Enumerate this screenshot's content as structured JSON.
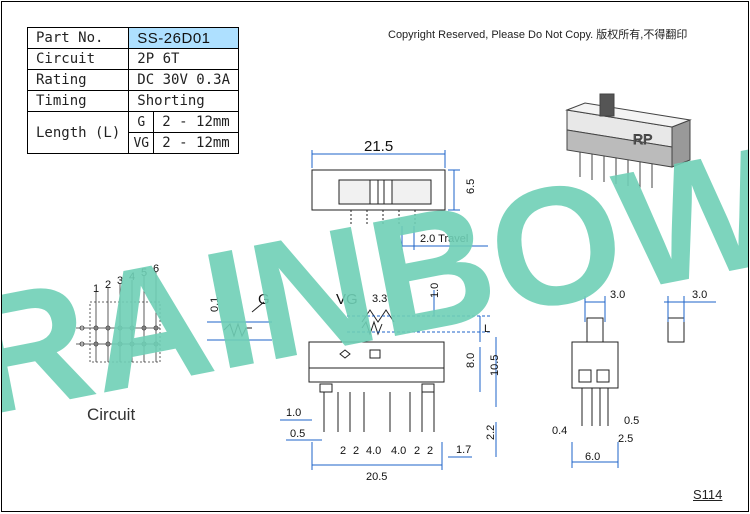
{
  "spec_table": {
    "part_label": "Part No.",
    "part_value": "SS-26D01",
    "circuit_label": "Circuit",
    "circuit_value": "2P 6T",
    "rating_label": "Rating",
    "rating_value": "DC 30V 0.3A",
    "timing_label": "Timing",
    "timing_value": "Shorting",
    "length_label": "Length (L)",
    "length_g_label": "G",
    "length_g_value": "2 - 12mm",
    "length_vg_label": "VG",
    "length_vg_value": "2 - 12mm"
  },
  "copyright": "Copyright Reserved, Please Do Not Copy. 版权所有,不得翻印",
  "watermark": "RAINBOW",
  "circuit_caption": "Circuit",
  "page_code": "S114",
  "drawing": {
    "product_marking": "RP",
    "circuit_pins": [
      "1",
      "2",
      "3",
      "4",
      "5",
      "6"
    ],
    "top_view": {
      "width": "21.5",
      "height": "6.5",
      "travel": "2.0 Travel"
    },
    "knob_types": {
      "g": "G",
      "vg": "VG"
    },
    "knob_dims": {
      "g_offset": "0.1",
      "vg_height": "3.3",
      "vg_offset": "1.0",
      "length": "L"
    },
    "front_view": {
      "body_height": "8.0",
      "total_height": "10.5",
      "pin_thickness": "1.0",
      "pin_width": "0.5",
      "pitch_2a": "2",
      "pitch_2b": "2",
      "pitch_4a": "4.0",
      "pitch_4b": "4.0",
      "pitch_2c": "2",
      "pitch_2d": "2",
      "pin_spacing": "1.7",
      "pin_length": "2.2",
      "overall_width": "20.5"
    },
    "side_view": {
      "knob_width": "3.0",
      "knob_width_2": "3.0",
      "pin_width": "0.4",
      "pin_spacing": "0.5",
      "row_spacing": "2.5",
      "overall_width": "6.0"
    }
  },
  "colors": {
    "watermark": "#6fcfb6",
    "part_highlight": "#aee0ff",
    "dimension_line": "#1e63c8"
  }
}
